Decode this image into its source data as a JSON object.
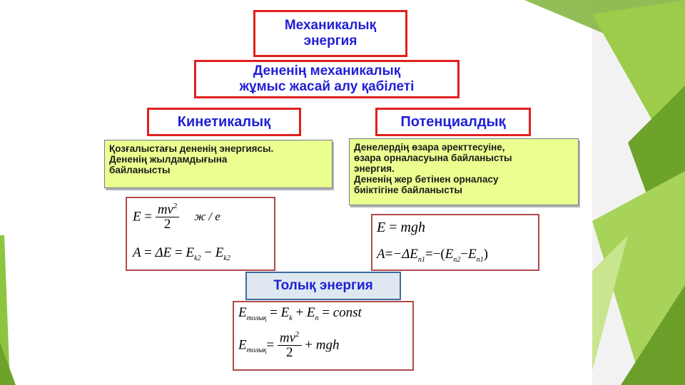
{
  "colors": {
    "accent_green": "#8cc63f",
    "title_blue": "#1f1fd6",
    "box_red": "#e0201f",
    "desc_fill": "#eaff8f"
  },
  "main_title": {
    "line1": "Механикалық",
    "line2": "энергия"
  },
  "definition": {
    "line1": "Дененің механикалық",
    "line2": "жұмыс жасай алу қабілеті"
  },
  "kinetic": {
    "title": "Кинетикалық",
    "desc": [
      "Қозғалыстағы дененің энергиясы.",
      "Дененің жылдамдығына",
      " байланысты"
    ],
    "formula1": {
      "lhs": "E",
      "eq": "=",
      "num": "mv",
      "num_sup": "2",
      "den": "2",
      "unit": "ж / е"
    },
    "formula2": {
      "lhs": "A",
      "eq1": "=",
      "delta": "ΔE",
      "eq2": "=",
      "t1": "E",
      "t1_sub": "k",
      "t1_sub2": "2",
      "minus": "−",
      "t2": "E",
      "t2_sub": "k",
      "t2_sub2": "2"
    }
  },
  "potential": {
    "title": "Потенциалдық",
    "desc": [
      "Денелердің өзара әректтесуіне,",
      "өзара орналасуына байланысты",
      "энергия.",
      "Дененің жер бетінен орналасу",
      "биіктігіне байланысты"
    ],
    "formula1": {
      "lhs": "E",
      "eq": "=",
      "rhs": "mgh"
    },
    "formula2": {
      "lhs": "A",
      "eq": "=",
      "neg": "−ΔE",
      "neg_sub": "n",
      "neg_sub2": "1",
      "eq2": "=",
      "open": "−(",
      "a": "E",
      "a_sub": "n",
      "a_sub2": "2",
      "minus": "−",
      "b": "E",
      "b_sub": "n",
      "b_sub2": "1",
      "close": ")"
    }
  },
  "total": {
    "title": "Толық энергия",
    "formula1": {
      "lhs": "E",
      "lhs_sub": "толық",
      "eq": "=",
      "a": "E",
      "a_sub": "k",
      "plus": "+",
      "b": "E",
      "b_sub": "n",
      "eq2": "=",
      "c": "const"
    },
    "formula2": {
      "lhs": "E",
      "lhs_sub": "толық",
      "eq": "=",
      "num": "mv",
      "num_sup": "2",
      "den": "2",
      "plus": "+",
      "rest": "mgh"
    }
  }
}
